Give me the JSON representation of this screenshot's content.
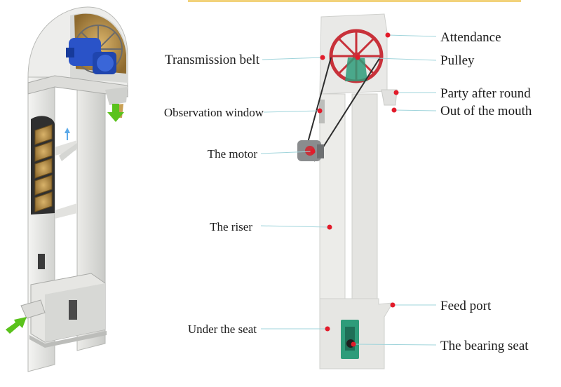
{
  "labels": {
    "attendance": "Attendance",
    "transmission_belt": "Transmission belt",
    "pulley": "Pulley",
    "party_after_round": "Party after round",
    "observation_window": "Observation window",
    "out_of_the_mouth": "Out of the mouth",
    "the_motor": "The motor",
    "the_riser": "The riser",
    "feed_port": "Feed port",
    "under_the_seat": "Under the seat",
    "the_bearing_seat": "The bearing seat"
  },
  "colors": {
    "frame": "#e9e9e7",
    "frame_shade": "#cfd0cd",
    "pulley": "#c8313a",
    "motor_blue": "#2a53c8",
    "grain": "#c9a054",
    "arrow_green": "#5ac21c",
    "arrow_blue": "#5aa8e8",
    "leader_line": "#9fd4db",
    "marker_dot": "#e21b2a",
    "bearing_green": "#2e9c7a",
    "top_rule": "#f2d27a"
  }
}
